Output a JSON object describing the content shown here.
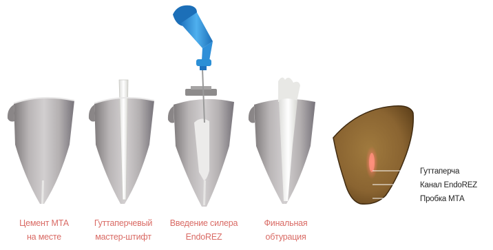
{
  "steps": [
    {
      "line1": "Цемент МТА",
      "line2": "на месте"
    },
    {
      "line1": "Гуттаперчевый",
      "line2": "мастер-штифт"
    },
    {
      "line1": "Введение силера",
      "line2": "EndoREZ"
    },
    {
      "line1": "Финальная",
      "line2": "обтурация"
    }
  ],
  "section_labels": [
    "Гуттаперча",
    "Канал EndoREZ",
    "Пробка МТА"
  ],
  "colors": {
    "caption": "#d96a64",
    "tooth": "#a9a5a6",
    "syringe": "#2b8fd6",
    "section": "#7a5524"
  }
}
